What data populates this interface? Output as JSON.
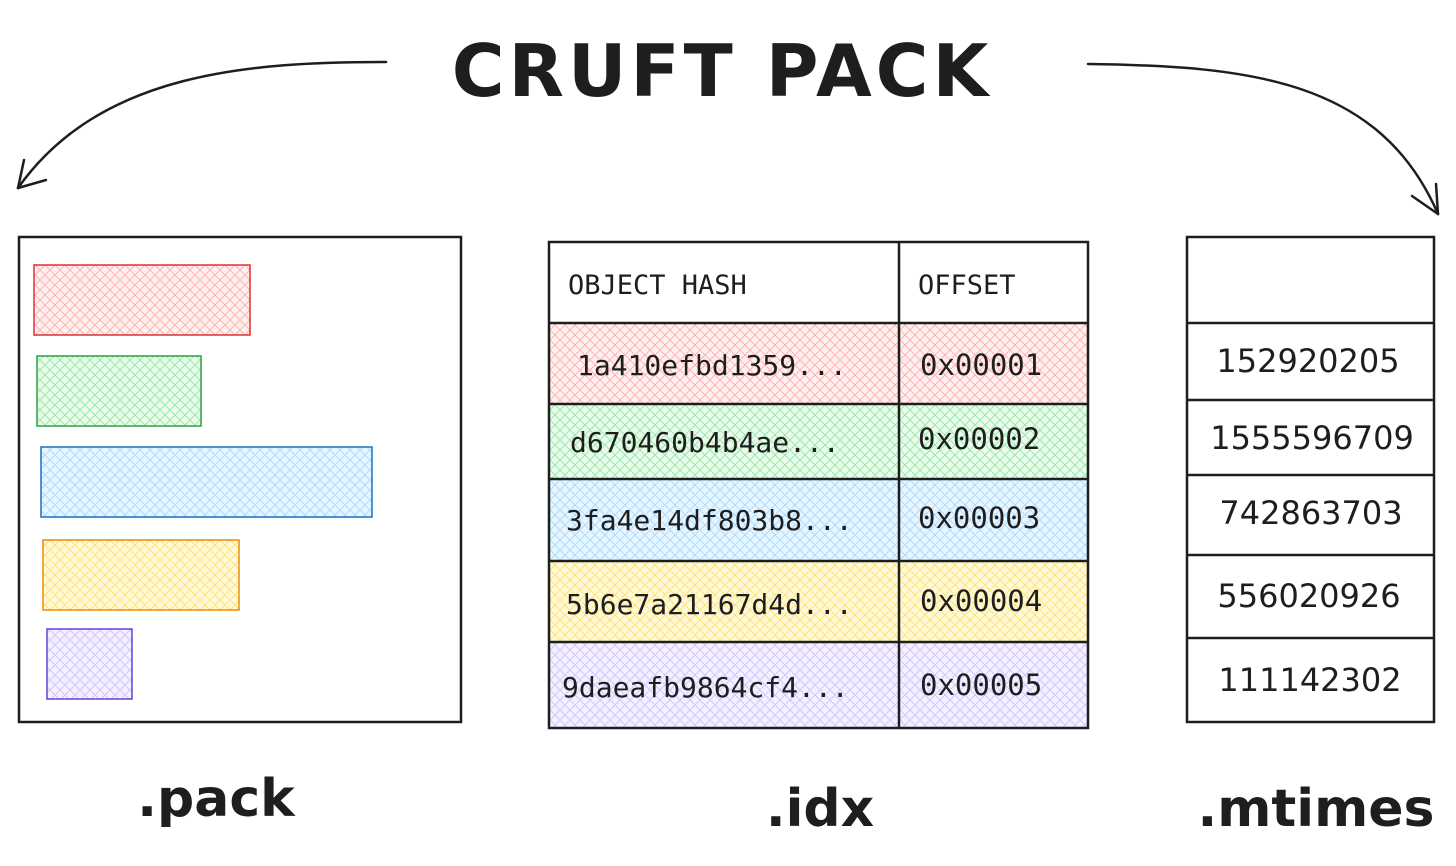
{
  "title": "CRUFT PACK",
  "colors": {
    "red": "#e03131",
    "green": "#2f9e44",
    "blue": "#1971c2",
    "yellow": "#f08c00",
    "purple": "#6741d9",
    "ink": "#1e1e1e"
  },
  "pack": {
    "label": ".pack"
  },
  "idx": {
    "label": ".idx",
    "headers": {
      "hash": "OBJECT HASH",
      "offset": "OFFSET"
    },
    "rows": [
      {
        "hash": "1a410efbd1359...",
        "offset": "0x00001"
      },
      {
        "hash": "d670460b4b4ae...",
        "offset": "0x00002"
      },
      {
        "hash": "3fa4e14df803b8...",
        "offset": "0x00003"
      },
      {
        "hash": "5b6e7a21167d4d...",
        "offset": "0x00004"
      },
      {
        "hash": "9daeafb9864cf4...",
        "offset": "0x00005"
      }
    ]
  },
  "mtimes": {
    "label": ".mtimes",
    "values": [
      "152920205",
      "1555596709",
      "742863703",
      "556020926",
      "111142302"
    ]
  }
}
